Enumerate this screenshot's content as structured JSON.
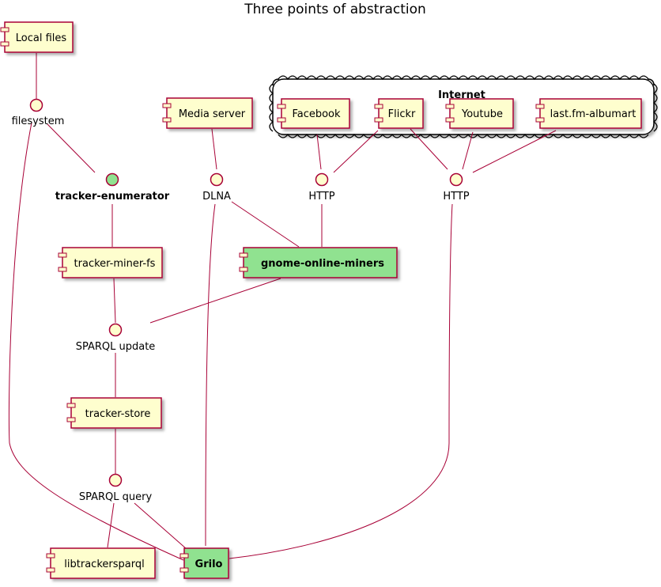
{
  "title": "Three points of abstraction",
  "colors": {
    "component_fill": "#FEFECE",
    "highlight_fill": "#90E290",
    "border": "#A80036",
    "interface_fill": "#FEFECE"
  },
  "cloud": {
    "label": "Internet"
  },
  "components": {
    "local_files": "Local files",
    "media_server": "Media server",
    "facebook": "Facebook",
    "flickr": "Flickr",
    "youtube": "Youtube",
    "lastfm": "last.fm-albumart",
    "tracker_miner_fs": "tracker-miner-fs",
    "gnome_online_miners": "gnome-online-miners",
    "tracker_store": "tracker-store",
    "libtrackersparql": "libtrackersparql",
    "grilo": "Grilo"
  },
  "interfaces": {
    "filesystem": "filesystem",
    "tracker_enumerator": "tracker-enumerator",
    "dlna": "DLNA",
    "http1": "HTTP",
    "http2": "HTTP",
    "sparql_update": "SPARQL update",
    "sparql_query": "SPARQL query"
  }
}
